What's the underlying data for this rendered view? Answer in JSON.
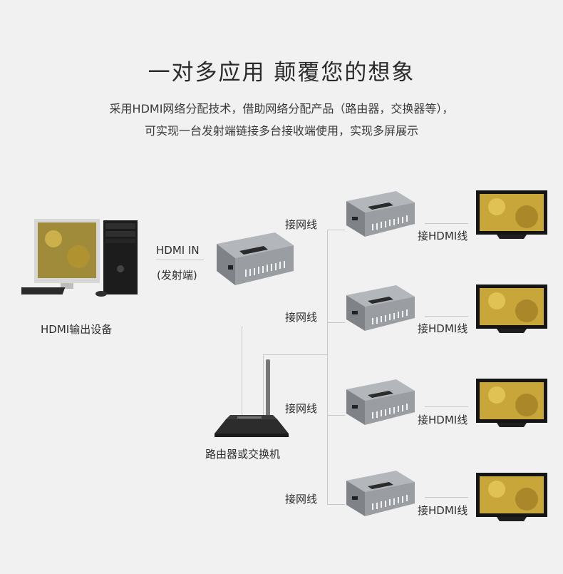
{
  "title": "一对多应用 颠覆您的想象",
  "description": {
    "line1": "采用HDMI网络分配技术，借助网络分配产品（路由器，交换器等），",
    "line2": "可实现一台发射端链接多台接收端使用，实现多屏展示"
  },
  "source": {
    "label": "HDMI输出设备"
  },
  "transmitter": {
    "port_label": "HDMI  IN",
    "role_label": "(发射端)"
  },
  "router": {
    "label": "路由器或交换机"
  },
  "receivers": [
    {
      "cable_label": "接网线",
      "output_label": "接HDMI线"
    },
    {
      "cable_label": "接网线",
      "output_label": "接HDMI线"
    },
    {
      "cable_label": "接网线",
      "output_label": "接HDMI线"
    },
    {
      "cable_label": "接网线",
      "output_label": "接HDMI线"
    }
  ],
  "colors": {
    "background": "#f1f1f1",
    "connector_line": "#c8c8c8",
    "device_body": "#a9acb1",
    "device_front": "#8e9196",
    "screen_image": "#c8a63a"
  }
}
